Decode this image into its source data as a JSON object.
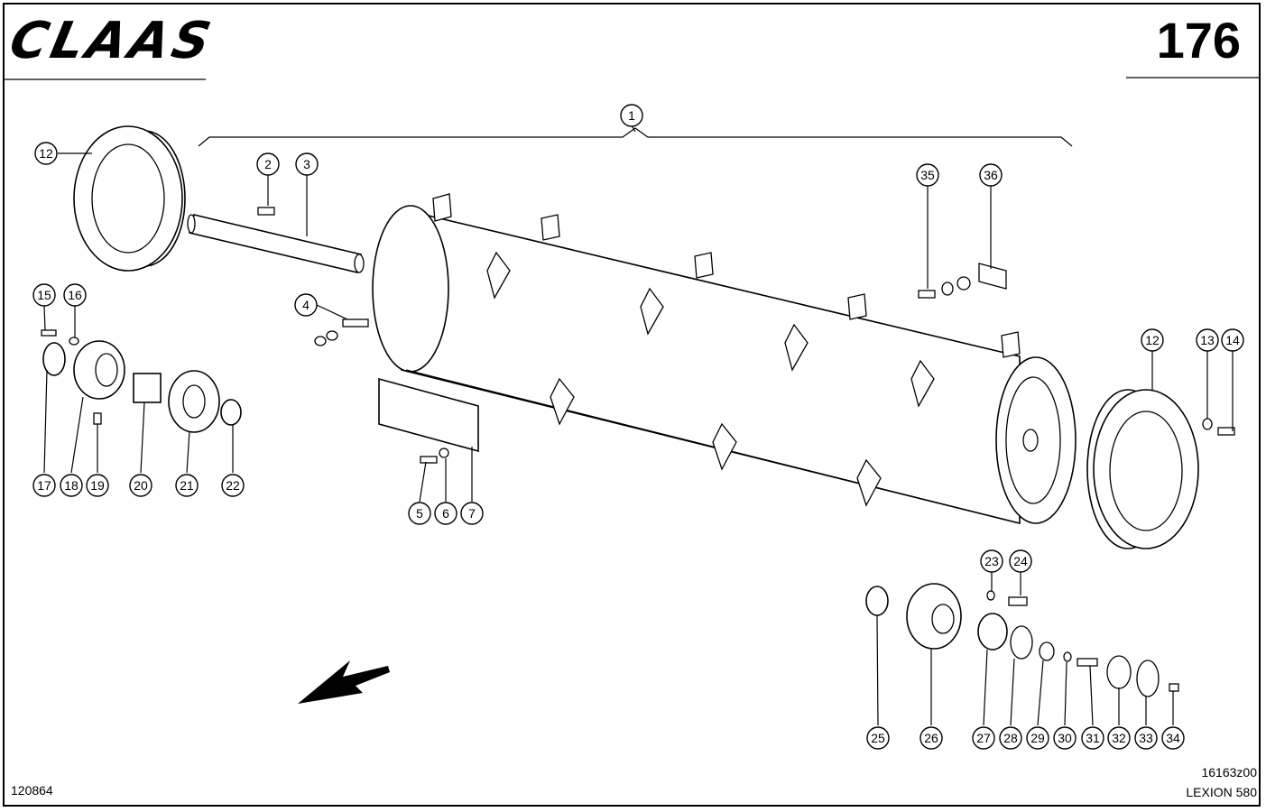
{
  "header": {
    "logo_text": "CLAAS",
    "page_number": "176"
  },
  "footer": {
    "drawing_number": "120864",
    "figure_code": "16163z00",
    "model": "LEXION 580"
  },
  "callouts": [
    "1",
    "2",
    "3",
    "4",
    "5",
    "6",
    "7",
    "12",
    "12",
    "13",
    "14",
    "15",
    "16",
    "17",
    "18",
    "19",
    "20",
    "21",
    "22",
    "23",
    "24",
    "25",
    "26",
    "27",
    "28",
    "29",
    "30",
    "31",
    "32",
    "33",
    "34",
    "35",
    "36"
  ],
  "icons": {
    "direction_arrow": "arrow-down-left-icon",
    "logo": "claas-logo"
  }
}
